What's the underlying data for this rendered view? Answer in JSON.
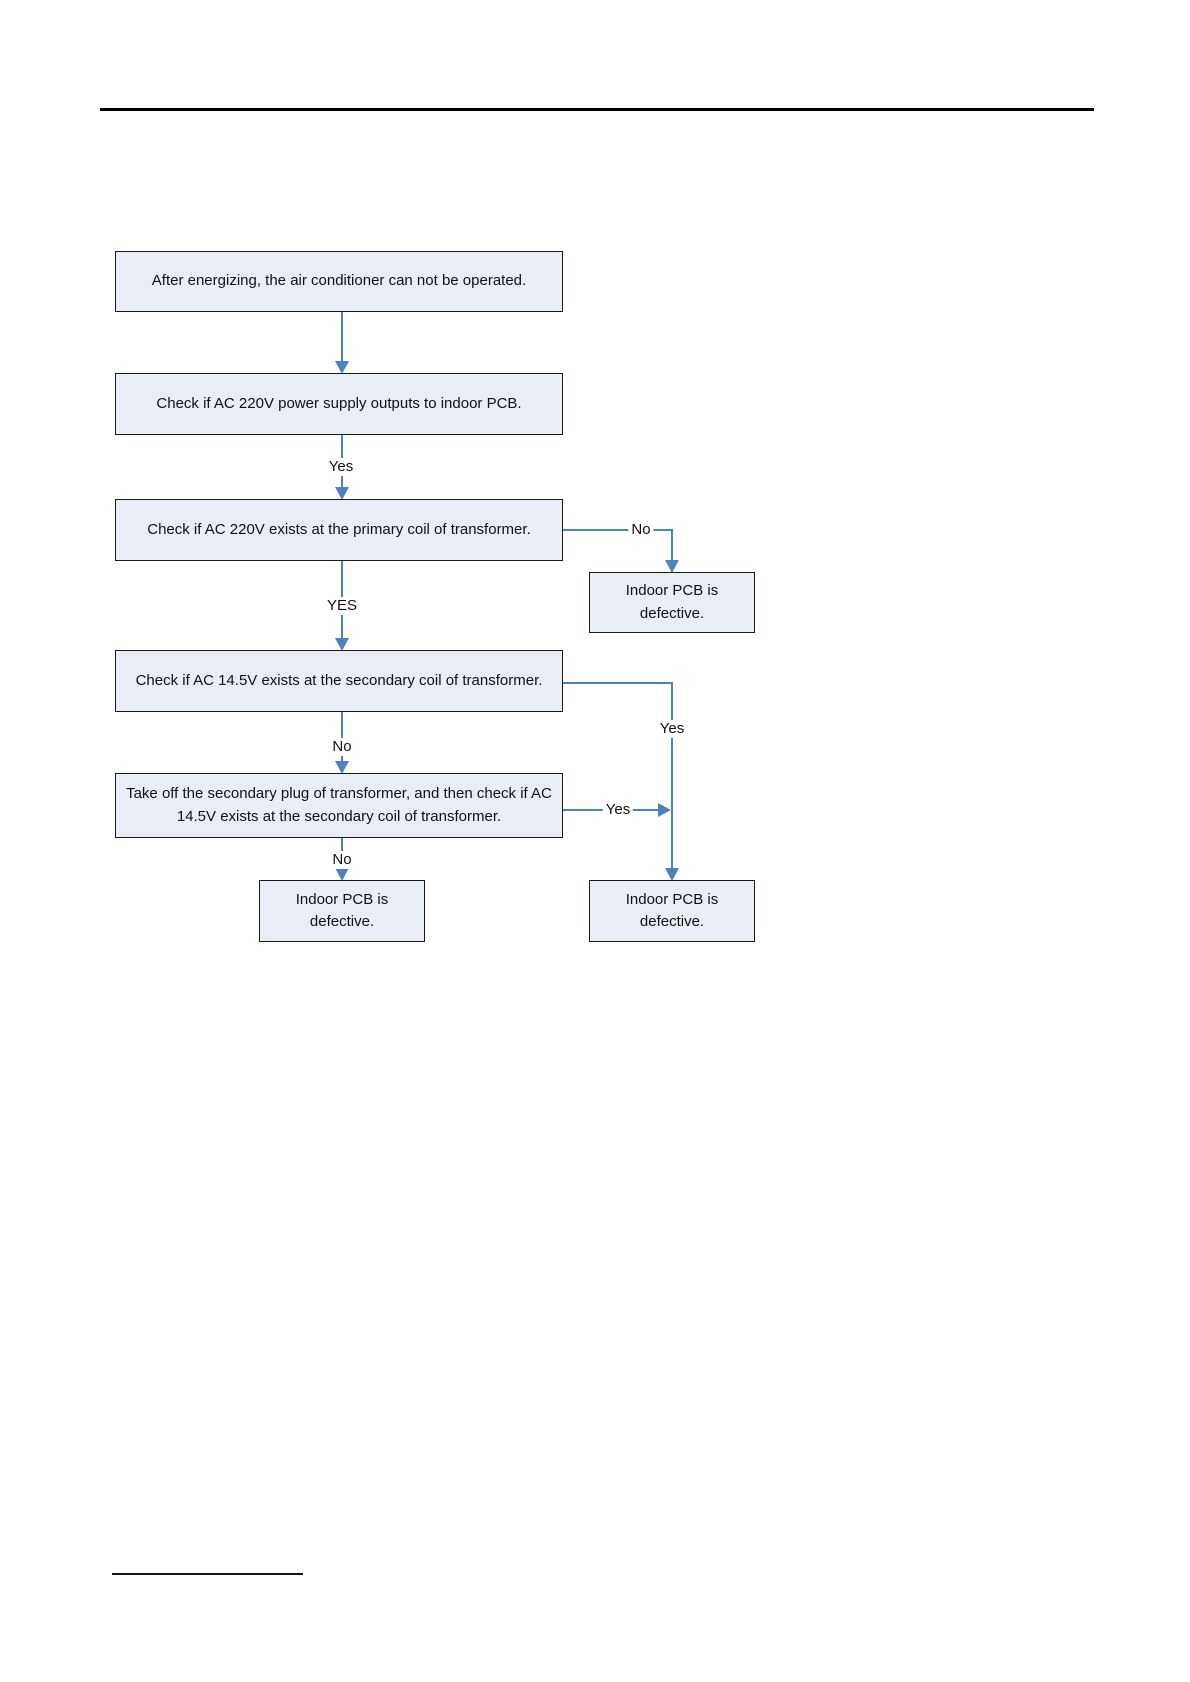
{
  "diagram": {
    "type": "flowchart",
    "nodes": [
      {
        "id": "start",
        "text": "After energizing, the air conditioner can not be operated."
      },
      {
        "id": "check-220v-output",
        "text": "Check if AC 220V power supply outputs to indoor PCB."
      },
      {
        "id": "check-220v-primary-coil",
        "text": "Check if AC 220V exists at the primary coil of transformer."
      },
      {
        "id": "check-145v-secondary-coil",
        "text": "Check if AC 14.5V exists at the secondary coil of transformer."
      },
      {
        "id": "take-off-secondary-plug",
        "text": "Take off the secondary plug of transformer, and then check if AC 14.5V exists at the secondary coil of transformer."
      },
      {
        "id": "defective-right-1",
        "text": "Indoor PCB is defective."
      },
      {
        "id": "defective-left-bottom",
        "text": "Indoor PCB is defective."
      },
      {
        "id": "defective-right-bottom",
        "text": "Indoor PCB is defective."
      }
    ],
    "edges": [
      {
        "from": "start",
        "to": "check-220v-output",
        "label": ""
      },
      {
        "from": "check-220v-output",
        "to": "check-220v-primary-coil",
        "label": "Yes"
      },
      {
        "from": "check-220v-primary-coil",
        "to": "defective-right-1",
        "label": "No"
      },
      {
        "from": "check-220v-primary-coil",
        "to": "check-145v-secondary-coil",
        "label": "YES"
      },
      {
        "from": "check-145v-secondary-coil",
        "to": "defective-right-bottom",
        "label": "Yes"
      },
      {
        "from": "check-145v-secondary-coil",
        "to": "take-off-secondary-plug",
        "label": "No"
      },
      {
        "from": "take-off-secondary-plug",
        "to": "defective-right-bottom",
        "label": "Yes"
      },
      {
        "from": "take-off-secondary-plug",
        "to": "defective-left-bottom",
        "label": "No"
      }
    ],
    "edge_labels": {
      "yes1": "Yes",
      "no1": "No",
      "yes2": "YES",
      "yes3": "Yes",
      "no2": "No",
      "yes4": "Yes",
      "no3": "No"
    },
    "colors": {
      "node_fill": "#e9edf6",
      "node_border": "#1a1a1a",
      "connector": "#4f81bd",
      "rule": "#000000"
    }
  }
}
